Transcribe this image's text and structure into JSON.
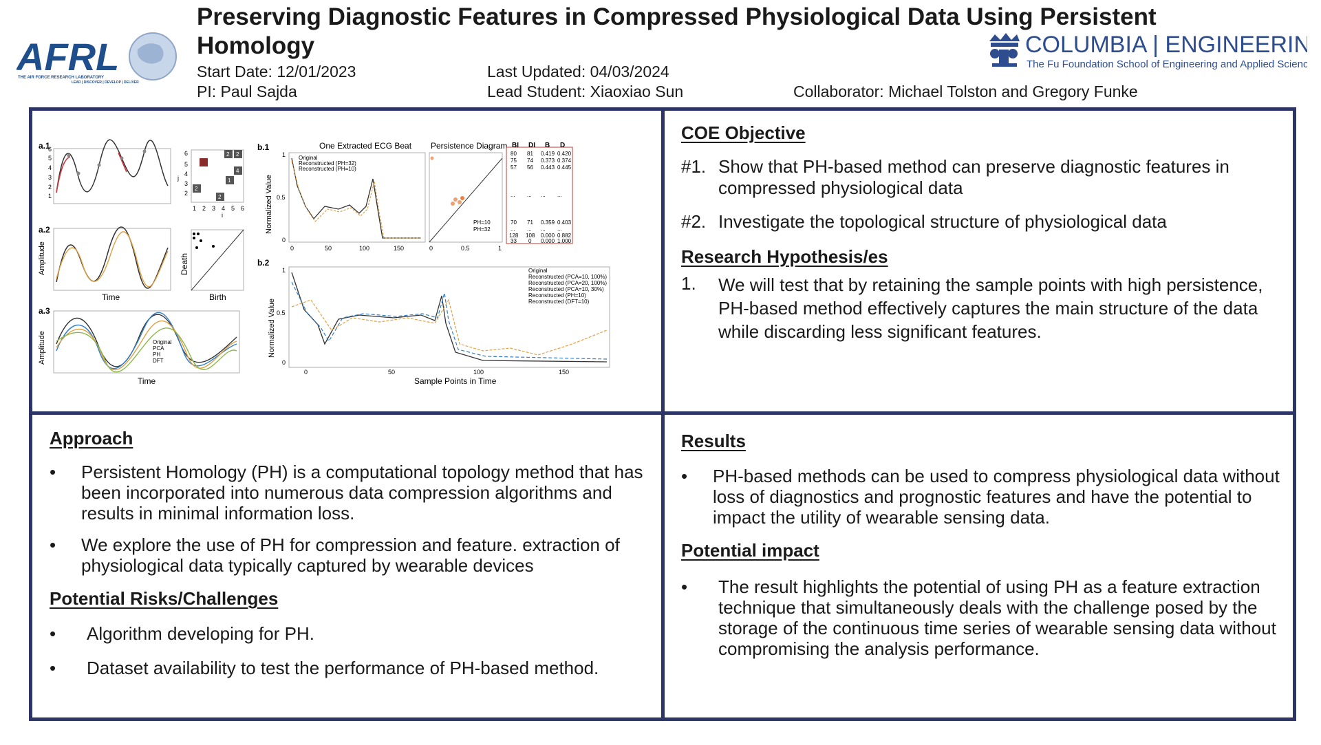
{
  "header": {
    "title": "Preserving Diagnostic Features in Compressed Physiological Data Using Persistent Homology",
    "start_date": "Start Date: 12/01/2023",
    "last_updated": "Last Updated: 04/03/2024",
    "pi": "PI: Paul Sajda",
    "lead_student": "Lead Student: Xiaoxiao Sun",
    "collaborator": "Collaborator: Michael Tolston and Gregory Funke"
  },
  "logos": {
    "afrl_text": "AFRL",
    "afrl_tagline": "THE AIR FORCE RESEARCH LABORATORY",
    "afrl_motto": "LEAD | DISCOVER | DEVELOP | DELIVER",
    "columbia_name": "COLUMBIA | ENGINEERING",
    "columbia_sub": "The Fu Foundation School of Engineering and Applied Science"
  },
  "objective": {
    "heading": "COE Objective",
    "items": [
      {
        "num": "#1.",
        "text": "Show that PH-based method can preserve diagnostic features in compressed physiological data"
      },
      {
        "num": "#2.",
        "text": "Investigate the topological structure of physiological data"
      }
    ],
    "hypothesis_heading": "Research Hypothesis/es",
    "hypothesis": [
      {
        "num": "1.",
        "text": "We will test that by retaining the sample points with high persistence, PH-based method effectively captures the main structure of the data while discarding less significant features."
      }
    ]
  },
  "approach": {
    "heading": "Approach",
    "bullets": [
      "Persistent Homology (PH) is a computational topology method that has been incorporated into numerous data compression algorithms and results in minimal information loss.",
      "We explore the use of PH for compression and feature. extraction of physiological data typically captured by wearable devices"
    ],
    "risks_heading": "Potential Risks/Challenges",
    "risks": [
      "Algorithm developing for PH.",
      "Dataset availability to test the performance of PH-based method."
    ]
  },
  "results": {
    "heading": "Results",
    "bullets": [
      "PH-based methods can be used to compress physiological data without loss of diagnostics and prognostic features and have the potential to impact the utility of wearable sensing data."
    ],
    "impact_heading": "Potential impact",
    "impact": [
      "The result highlights the potential of using PH as a feature extraction technique that simultaneously deals with the challenge posed by the storage of the continuous time series of wearable sensing data without compromising the analysis performance."
    ]
  },
  "figure": {
    "labels": {
      "a1": "a.1",
      "a2": "a.2",
      "a3": "a.3",
      "b1": "b.1",
      "b2": "b.2",
      "time": "Time",
      "birth": "Birth",
      "death": "Death",
      "amplitude": "Amplitude",
      "j": "j",
      "i": "i",
      "ecg_title": "One Extracted ECG Beat",
      "pd_title": "Persistence Diagram",
      "norm_value": "Normalized Value",
      "sample_points": "Sample Points in Time"
    },
    "a3_legend": [
      "Original",
      "PCA",
      "PH",
      "DFT"
    ],
    "b1_legend": [
      "Original",
      "Reconstructed (PH=32)",
      "Reconstructed (PH=10)"
    ],
    "pd_legend": [
      "PH=10",
      "PH=32"
    ],
    "b2_legend": [
      "Original",
      "Reconstructed (PCA=10, 100%)",
      "Reconstructed (PCA=20, 100%)",
      "Reconstructed (PCA=10, 30%)",
      "Reconstructed (PH=10)",
      "Reconstructed (DFT=10)"
    ],
    "table_head": [
      "BI",
      "DI",
      "B",
      "D"
    ],
    "table_rows": [
      [
        "80",
        "81",
        "0.419",
        "0.420"
      ],
      [
        "75",
        "74",
        "0.373",
        "0.374"
      ],
      [
        "57",
        "56",
        "0.443",
        "0.445"
      ],
      [
        "...",
        "...",
        "...",
        "..."
      ],
      [
        "70",
        "71",
        "0.359",
        "0.403"
      ],
      [
        "...",
        "...",
        "...",
        "..."
      ],
      [
        "128",
        "108",
        "0.000",
        "0.882"
      ],
      [
        "33",
        "0",
        "0.000",
        "1.000"
      ]
    ],
    "grid_cells": [
      "2",
      "2",
      "4",
      "1",
      "2",
      "2"
    ],
    "ticks": {
      "a1_y": [
        "1",
        "2",
        "3",
        "4",
        "5",
        "6"
      ],
      "grid_x": [
        "1",
        "2",
        "3",
        "4",
        "5",
        "6"
      ],
      "grid_y": [
        "6",
        "5",
        "4",
        "3",
        "2"
      ],
      "b1_x": [
        "0",
        "50",
        "100",
        "150"
      ],
      "b1_y": [
        "0",
        "0.5",
        "1"
      ],
      "pd_x": [
        "0",
        "0.5",
        "1"
      ],
      "b2_x": [
        "0",
        "50",
        "100",
        "150"
      ],
      "b2_y": [
        "0",
        "0.5",
        "1"
      ]
    }
  },
  "colors": {
    "frame": "#2d3466",
    "afrl_blue": "#1f4e8c",
    "columbia_blue": "#2e4d8f"
  }
}
